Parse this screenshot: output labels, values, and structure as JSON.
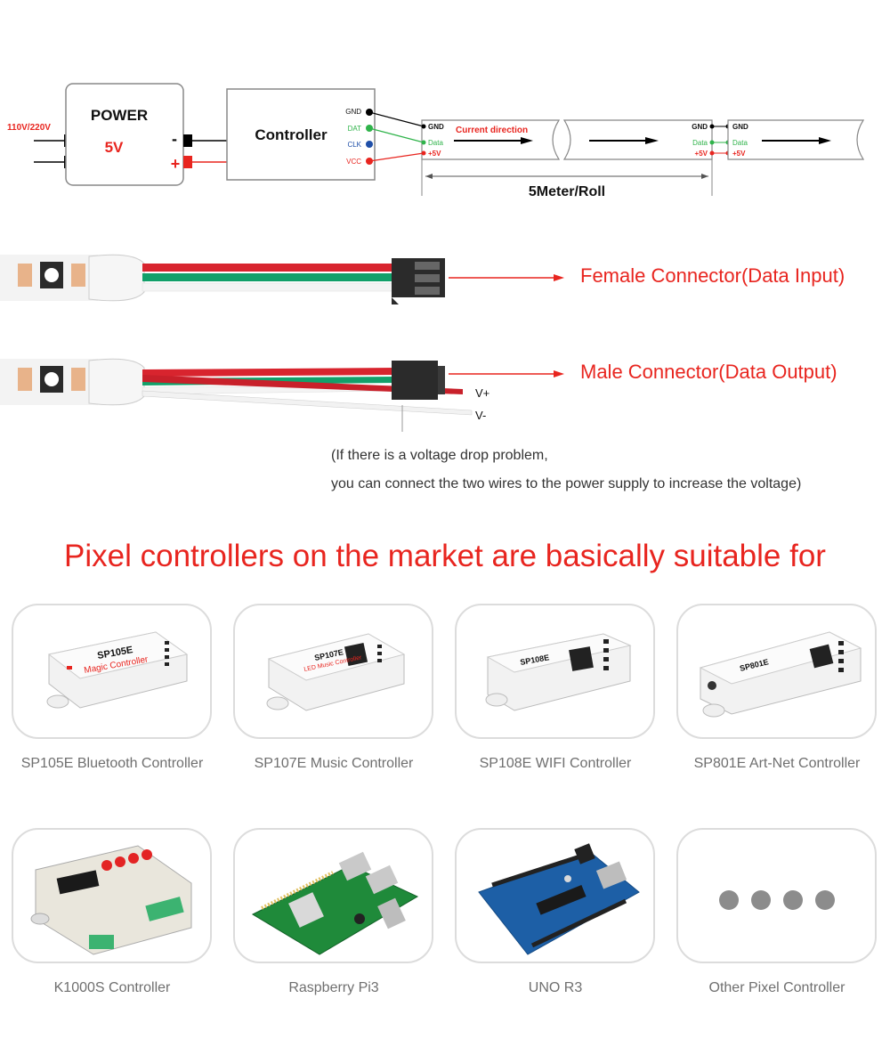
{
  "wiring": {
    "input_voltage": "110V/220V",
    "power_title": "POWER",
    "power_voltage": "5V",
    "minus": "-",
    "plus": "+",
    "controller_title": "Controller",
    "pins": [
      "GND",
      "DAT",
      "CLK",
      "VCC"
    ],
    "strip_pins": [
      "GND",
      "Data",
      "+5V"
    ],
    "current_direction": "Current direction",
    "roll_length": "5Meter/Roll"
  },
  "connectors": {
    "female_label": "Female Connector(Data Input)",
    "male_label": "Male Connector(Data Output)",
    "v_plus": "V+",
    "v_minus": "V-",
    "note_line1": "(If there is a voltage drop problem,",
    "note_line2": "you can connect the two wires to the power supply to increase the voltage)"
  },
  "headline": "Pixel controllers on the market are basically suitable for",
  "controllers": [
    {
      "caption": "SP105E Bluetooth Controller",
      "device_text": "SP105E",
      "device_sub": "Magic Controller"
    },
    {
      "caption": "SP107E Music Controller",
      "device_text": "SP107E",
      "device_sub": "LED Music Controller"
    },
    {
      "caption": "SP108E WIFI Controller",
      "device_text": "SP108E",
      "device_sub": ""
    },
    {
      "caption": "SP801E Art-Net Controller",
      "device_text": "SP801E",
      "device_sub": ""
    },
    {
      "caption": "K1000S Controller",
      "device_text": "",
      "device_sub": ""
    },
    {
      "caption": "Raspberry Pi3",
      "device_text": "",
      "device_sub": ""
    },
    {
      "caption": "UNO R3",
      "device_text": "",
      "device_sub": ""
    },
    {
      "caption": "Other Pixel Controller",
      "device_text": "",
      "device_sub": ""
    }
  ],
  "colors": {
    "red": "#e8251f",
    "green": "#2fb34a",
    "blue": "#1f4fa8",
    "gray_text": "#6f6f6f",
    "card_border": "#dcdcdc"
  }
}
